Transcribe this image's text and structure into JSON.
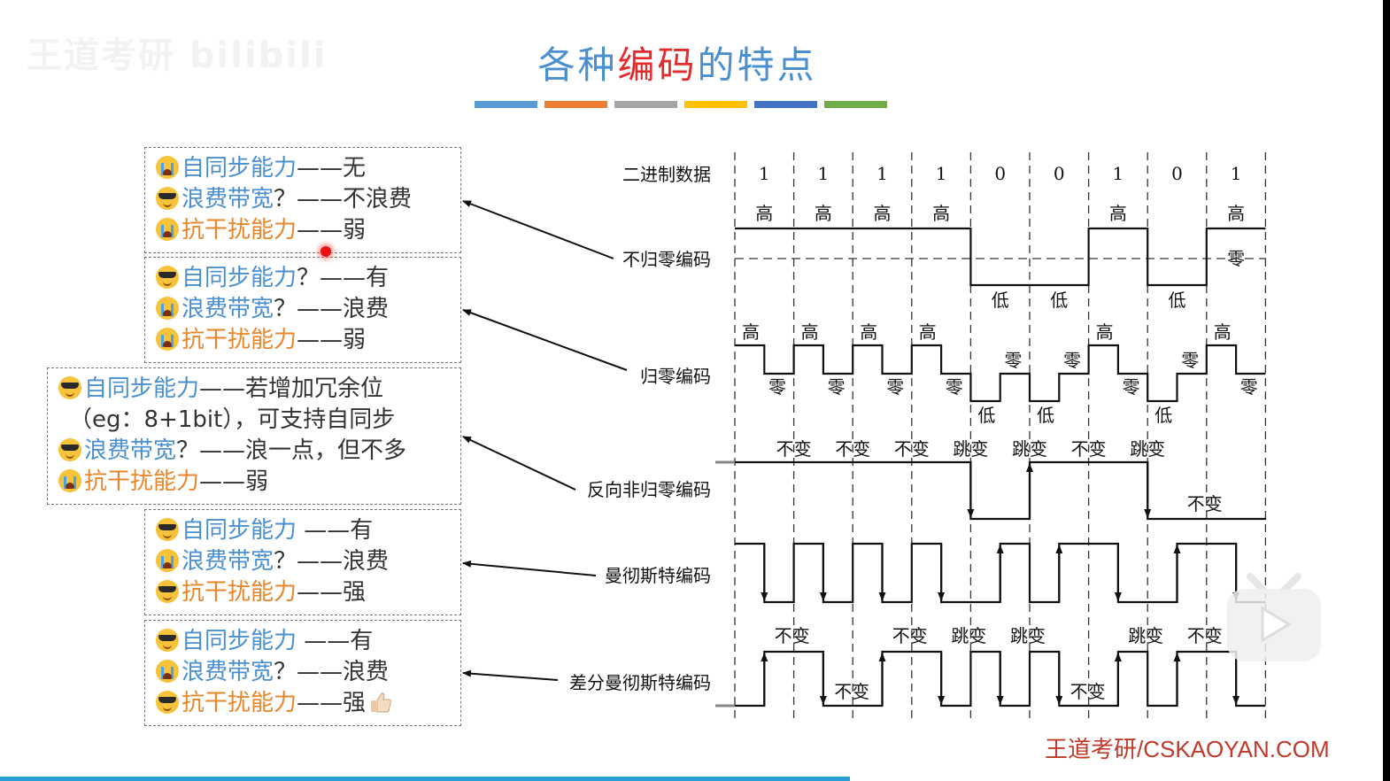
{
  "watermark": "王道考研 bilibili",
  "title": {
    "part1": "各种",
    "highlight": "编码",
    "part2": "的特点"
  },
  "color_bars": [
    "#5b9bd5",
    "#ed7d31",
    "#a5a5a5",
    "#ffc000",
    "#4472c4",
    "#70ad47"
  ],
  "boxes": [
    {
      "lines": [
        {
          "emoji": "cry",
          "key": "自同步能力",
          "key_color": "blue",
          "text": "——无"
        },
        {
          "emoji": "cool",
          "key": "浪费带宽",
          "key_color": "blue",
          "text": "？——不浪费"
        },
        {
          "emoji": "cry",
          "key": "抗干扰能力",
          "key_color": "orange",
          "text": "——弱"
        }
      ]
    },
    {
      "lines": [
        {
          "emoji": "cool",
          "key": "自同步能力",
          "key_color": "blue",
          "text": "？——有"
        },
        {
          "emoji": "cry",
          "key": "浪费带宽",
          "key_color": "blue",
          "text": "？——浪费"
        },
        {
          "emoji": "cry",
          "key": "抗干扰能力",
          "key_color": "orange",
          "text": "——弱"
        }
      ]
    },
    {
      "lines": [
        {
          "emoji": "cool",
          "key": "自同步能力",
          "key_color": "blue",
          "text": "——若增加冗余位"
        },
        {
          "emoji": "",
          "key": "",
          "key_color": "",
          "text": "（eg：8+1bit），可支持自同步"
        },
        {
          "emoji": "cool",
          "key": "浪费带宽",
          "key_color": "blue",
          "text": "？——浪一点，但不多"
        },
        {
          "emoji": "cry",
          "key": "抗干扰能力",
          "key_color": "orange",
          "text": "——弱"
        }
      ]
    },
    {
      "lines": [
        {
          "emoji": "cool",
          "key": "自同步能力",
          "key_color": "blue",
          "text": " ——有"
        },
        {
          "emoji": "cry",
          "key": "浪费带宽",
          "key_color": "blue",
          "text": "？——浪费"
        },
        {
          "emoji": "cool",
          "key": "抗干扰能力",
          "key_color": "orange",
          "text": "——强"
        }
      ]
    },
    {
      "lines": [
        {
          "emoji": "cool",
          "key": "自同步能力",
          "key_color": "blue",
          "text": " ——有"
        },
        {
          "emoji": "cry",
          "key": "浪费带宽",
          "key_color": "blue",
          "text": "？——浪费"
        },
        {
          "emoji": "cool",
          "key": "抗干扰能力",
          "key_color": "orange",
          "text": "——强",
          "thumb": true
        }
      ]
    }
  ],
  "diagram": {
    "data_label": "二进制数据",
    "bits": [
      "1",
      "1",
      "1",
      "1",
      "0",
      "0",
      "1",
      "0",
      "1"
    ],
    "encoding_labels": [
      "不归零编码",
      "归零编码",
      "反向非归零编码",
      "曼彻斯特编码",
      "差分曼彻斯特编码"
    ],
    "nrz": {
      "labels": [
        "高",
        "高",
        "高",
        "高",
        "低",
        "低",
        "高",
        "低",
        "高"
      ],
      "zero_label": "零"
    },
    "rz": {
      "high": "高",
      "low": "低",
      "zero": "零"
    },
    "nrzi": {
      "labels": [
        "不变",
        "不变",
        "不变",
        "跳变",
        "跳变",
        "不变",
        "跳变",
        "不变"
      ]
    },
    "diff_manchester": {
      "labels_top": [
        "不变",
        "不变",
        "跳变",
        "跳变",
        "跳变",
        "不变"
      ],
      "labels_bottom": [
        "不变",
        "不变"
      ]
    }
  },
  "footer": "王道考研/CSKAOYAN.COM"
}
